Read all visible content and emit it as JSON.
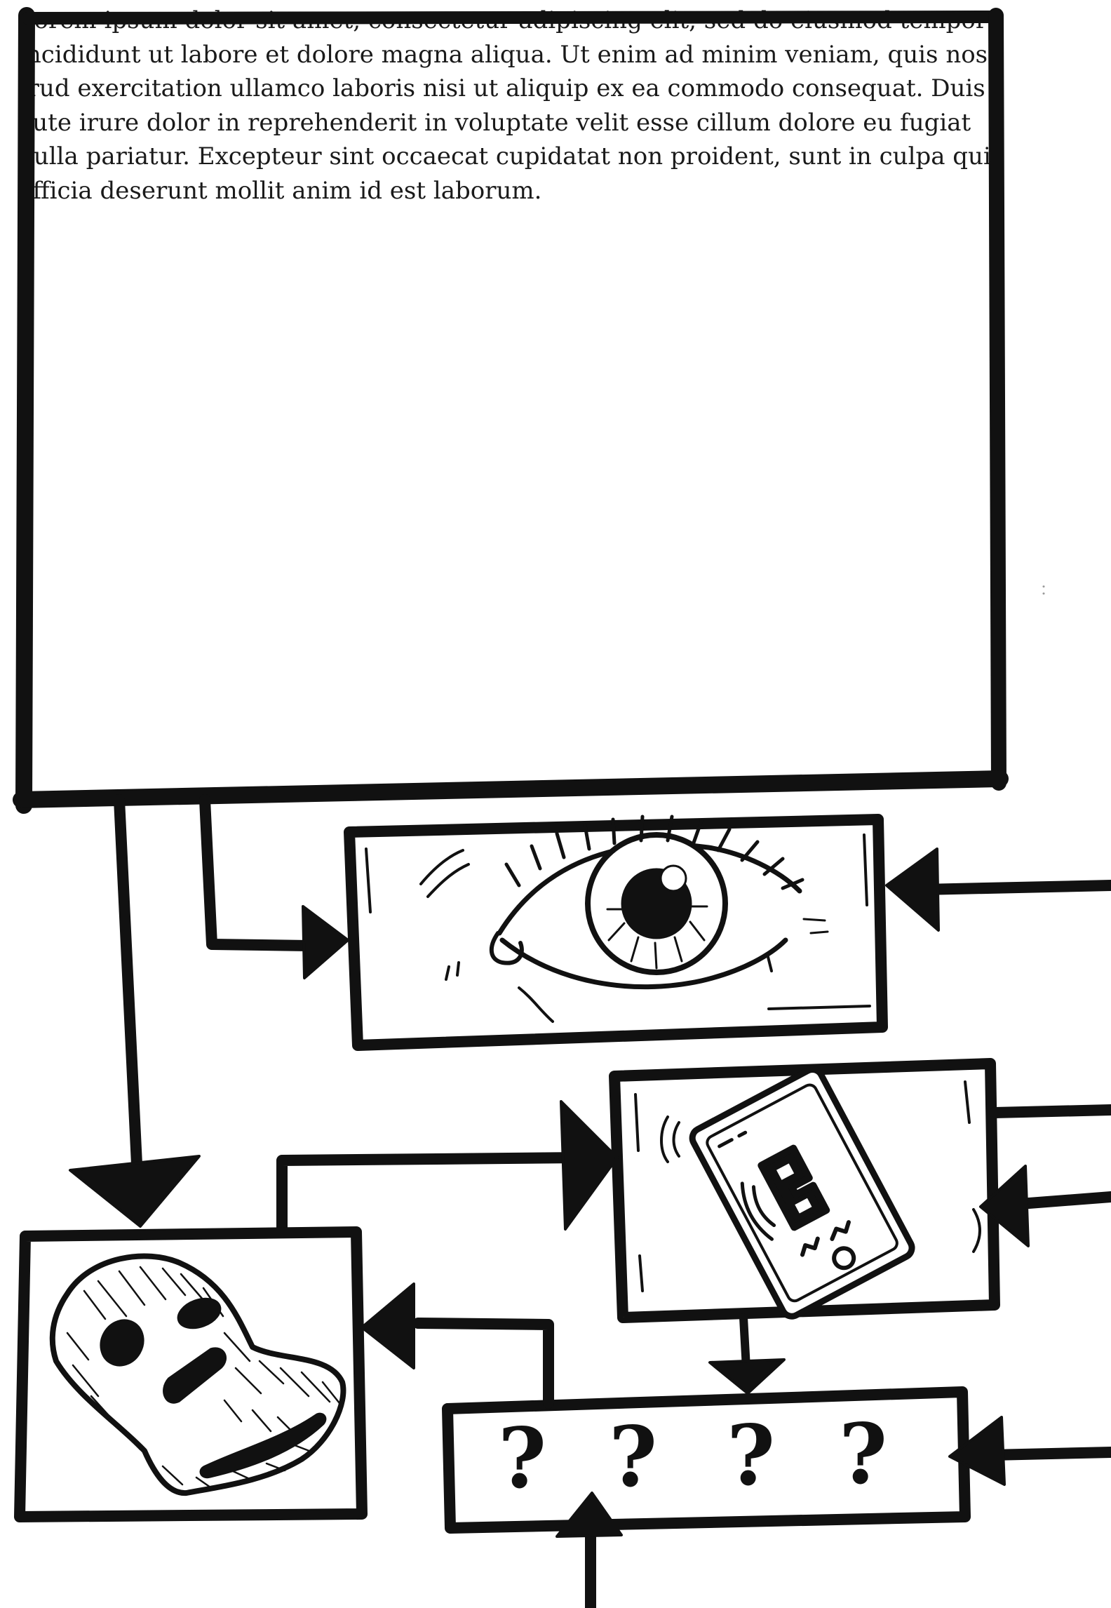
{
  "paragraph": {
    "lines": [
      "Lorem ipsum dolor sit amet, consectetur adipiscing elit, sed do eiusmod tempor",
      "incididunt ut labore et dolore magna aliqua. Ut enim ad minim veniam, quis nos-",
      "trud exercitation ullamco laboris nisi ut aliquip ex ea commodo consequat. Duis",
      "aute irure dolor in reprehenderit in voluptate velit esse cillum dolore eu fugiat",
      "nulla pariatur. Excepteur sint occaecat cupidatat non proident, sunt in culpa qui",
      "officia deserunt mollit anim id est laborum."
    ]
  },
  "question_box": {
    "marks": [
      "?",
      "?",
      "?",
      "?"
    ]
  },
  "icons": {
    "eye": "eye-icon",
    "phone": "phone-icon",
    "mask": "balaclava-mask-icon"
  },
  "colors": {
    "ink": "#111111",
    "paper": "#ffffff"
  }
}
